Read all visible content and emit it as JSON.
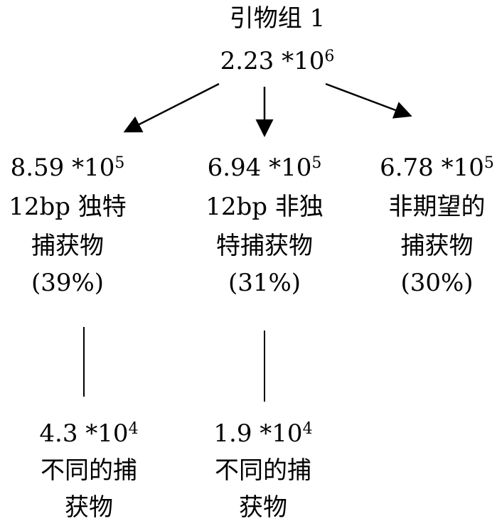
{
  "root": {
    "title": "引物组 1",
    "count_base": "2.23 *10",
    "count_exp": "6"
  },
  "nodes": [
    {
      "count_base": "8.59 *10",
      "count_exp": "5",
      "line1": "12bp 独特",
      "line2": "捕获物",
      "percent": "(39%)"
    },
    {
      "count_base": "6.94 *10",
      "count_exp": "5",
      "line1": "12bp 非独",
      "line2": "特捕获物",
      "percent": "(31%)"
    },
    {
      "count_base": "6.78 *10",
      "count_exp": "5",
      "line1": "非期望的",
      "line2": "捕获物",
      "percent": "(30%)"
    }
  ],
  "children": [
    {
      "count_base": "4.3 *10",
      "count_exp": "4",
      "line1": "不同的捕",
      "line2": "获物"
    },
    {
      "count_base": "1.9 *10",
      "count_exp": "4",
      "line1": "不同的捕",
      "line2": "获物"
    }
  ]
}
